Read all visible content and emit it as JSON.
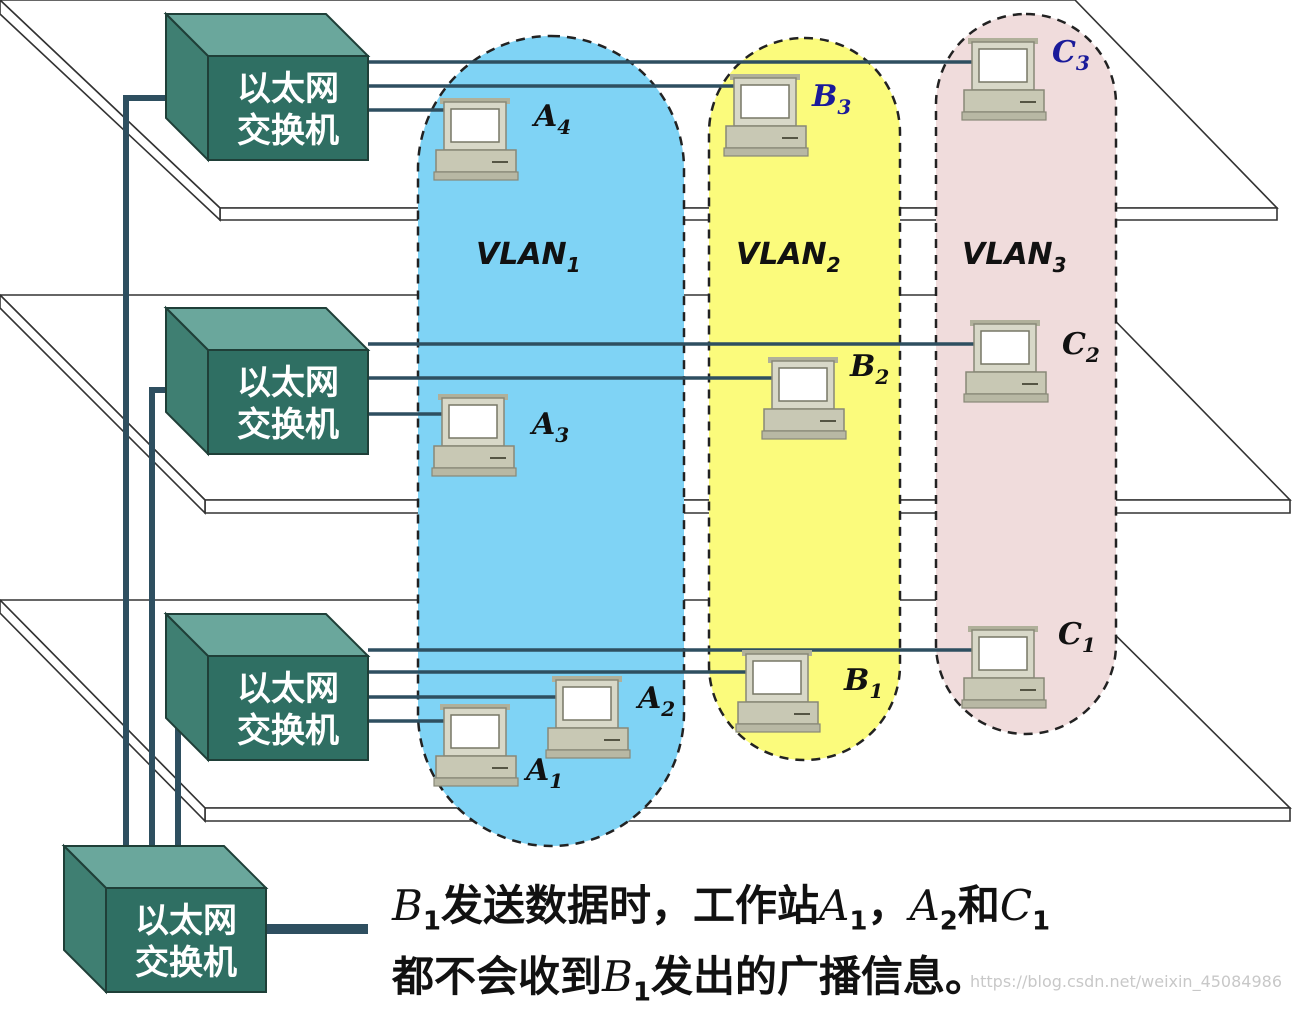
{
  "switch_label_line1": "以太网",
  "switch_label_line2": "交换机",
  "vlans": [
    {
      "base": "VLAN",
      "sub": "1",
      "color": "#7fd3f5"
    },
    {
      "base": "VLAN",
      "sub": "2",
      "color": "#fbfb7c"
    },
    {
      "base": "VLAN",
      "sub": "3",
      "color": "#f0dcdc"
    }
  ],
  "stations": [
    {
      "letter": "A",
      "sub": "4"
    },
    {
      "letter": "B",
      "sub": "3"
    },
    {
      "letter": "C",
      "sub": "3"
    },
    {
      "letter": "A",
      "sub": "3"
    },
    {
      "letter": "B",
      "sub": "2"
    },
    {
      "letter": "C",
      "sub": "2"
    },
    {
      "letter": "A",
      "sub": "2"
    },
    {
      "letter": "A",
      "sub": "1"
    },
    {
      "letter": "B",
      "sub": "1"
    },
    {
      "letter": "C",
      "sub": "1"
    }
  ],
  "caption": {
    "l1_b": "B",
    "l1_b_sub": "1",
    "l1_t1": "发送数据时，工作站",
    "l1_a": "A",
    "l1_a_sub": "1",
    "l1_t2": "，",
    "l1_a2": "A",
    "l1_a2_sub": "2",
    "l1_t3": "和",
    "l1_c": "C",
    "l1_c_sub": "1",
    "l2_t1": "都不会收到",
    "l2_b": "B",
    "l2_b_sub": "1",
    "l2_t2": "发出的广播信息。"
  },
  "watermark": "https://blog.csdn.net/weixin_45084986",
  "colors": {
    "switch_front": "#2f6f63",
    "switch_top": "#6aa79c",
    "switch_side": "#3f7f72",
    "cable": "#2e4f60",
    "cable_thin": "#999999",
    "pc_body": "#d8d8c8",
    "pc_shade": "#b0b09a"
  }
}
